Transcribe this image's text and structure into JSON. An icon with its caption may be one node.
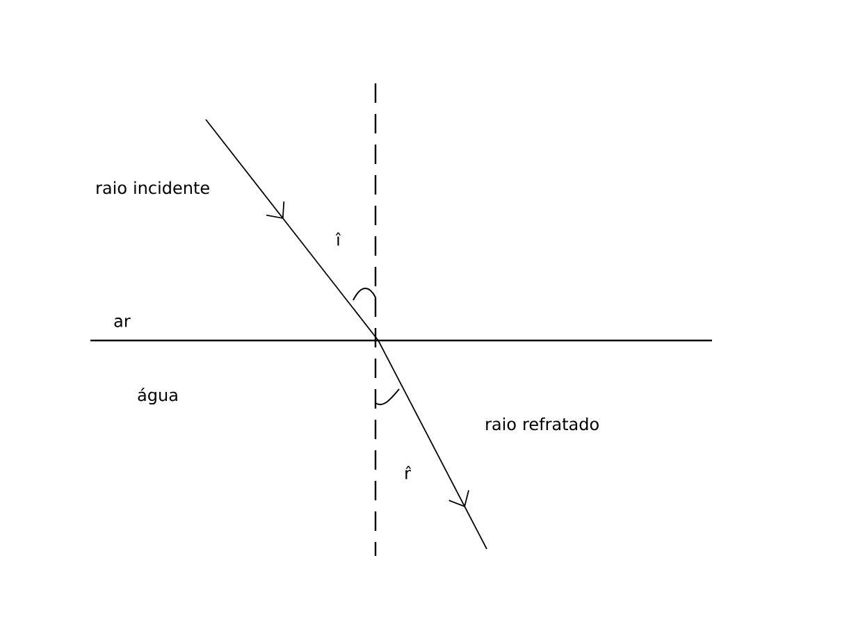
{
  "diagram": {
    "labels": [
      "raio incidente",
      "î",
      "ar",
      "água",
      "raio refratado",
      "r̂"
    ]
  }
}
